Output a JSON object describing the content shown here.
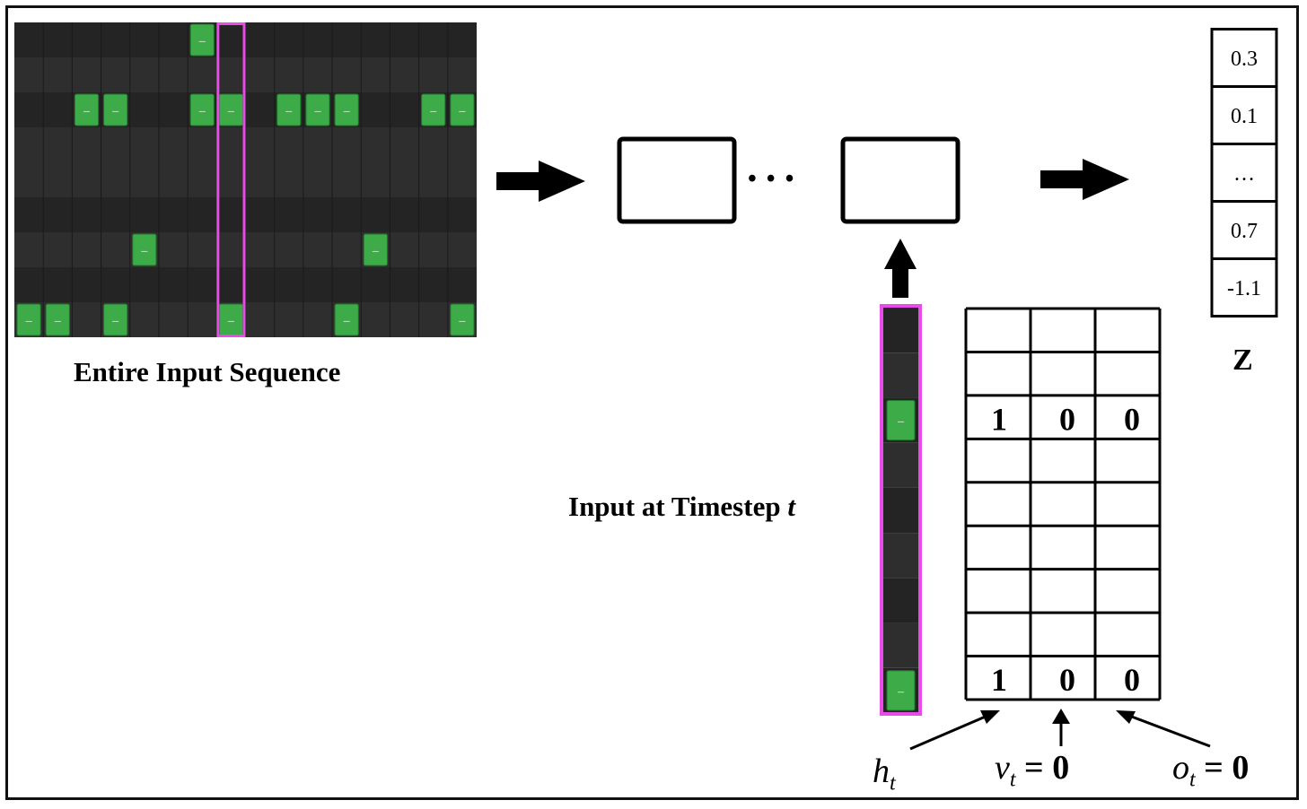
{
  "sequence": {
    "label": "Entire Input Sequence",
    "rows": 9,
    "cols": 16,
    "highlight_col": 7,
    "row_shades": [
      "#242424",
      "#2e2e2e",
      "#242424",
      "#2e2e2e",
      "#2e2e2e",
      "#242424",
      "#2e2e2e",
      "#242424",
      "#2e2e2e"
    ],
    "notes": [
      [
        0,
        6
      ],
      [
        2,
        2
      ],
      [
        2,
        3
      ],
      [
        2,
        6
      ],
      [
        2,
        7
      ],
      [
        2,
        9
      ],
      [
        2,
        10
      ],
      [
        2,
        11
      ],
      [
        2,
        14
      ],
      [
        2,
        15
      ],
      [
        6,
        4
      ],
      [
        6,
        12
      ],
      [
        8,
        0
      ],
      [
        8,
        1
      ],
      [
        8,
        3
      ],
      [
        8,
        7
      ],
      [
        8,
        11
      ],
      [
        8,
        15
      ]
    ],
    "note_glyph": "–"
  },
  "network": {
    "ellipsis": "• • •"
  },
  "timestep": {
    "label_prefix": "Input at Timestep ",
    "label_var": "t",
    "active_rows": [
      2,
      8
    ]
  },
  "onehot": {
    "rows": 9,
    "cols": 3,
    "filled": [
      {
        "row": 2,
        "values": [
          "1",
          "0",
          "0"
        ]
      },
      {
        "row": 8,
        "values": [
          "1",
          "0",
          "0"
        ]
      }
    ],
    "annotations": [
      {
        "main": "h",
        "sub": "t",
        "suffix": ""
      },
      {
        "main": "v",
        "sub": "t",
        "suffix": " = 0"
      },
      {
        "main": "o",
        "sub": "t",
        "suffix": " = 0"
      }
    ]
  },
  "z": {
    "values": [
      "0.3",
      "0.1",
      "…",
      "0.7",
      "-1.1"
    ],
    "label": "Z"
  },
  "colors": {
    "note": "#3cab48",
    "note_border": "#1e7a2a",
    "highlight": "#e94ae8",
    "dark_row": "#242424",
    "light_row": "#2e2e2e"
  }
}
